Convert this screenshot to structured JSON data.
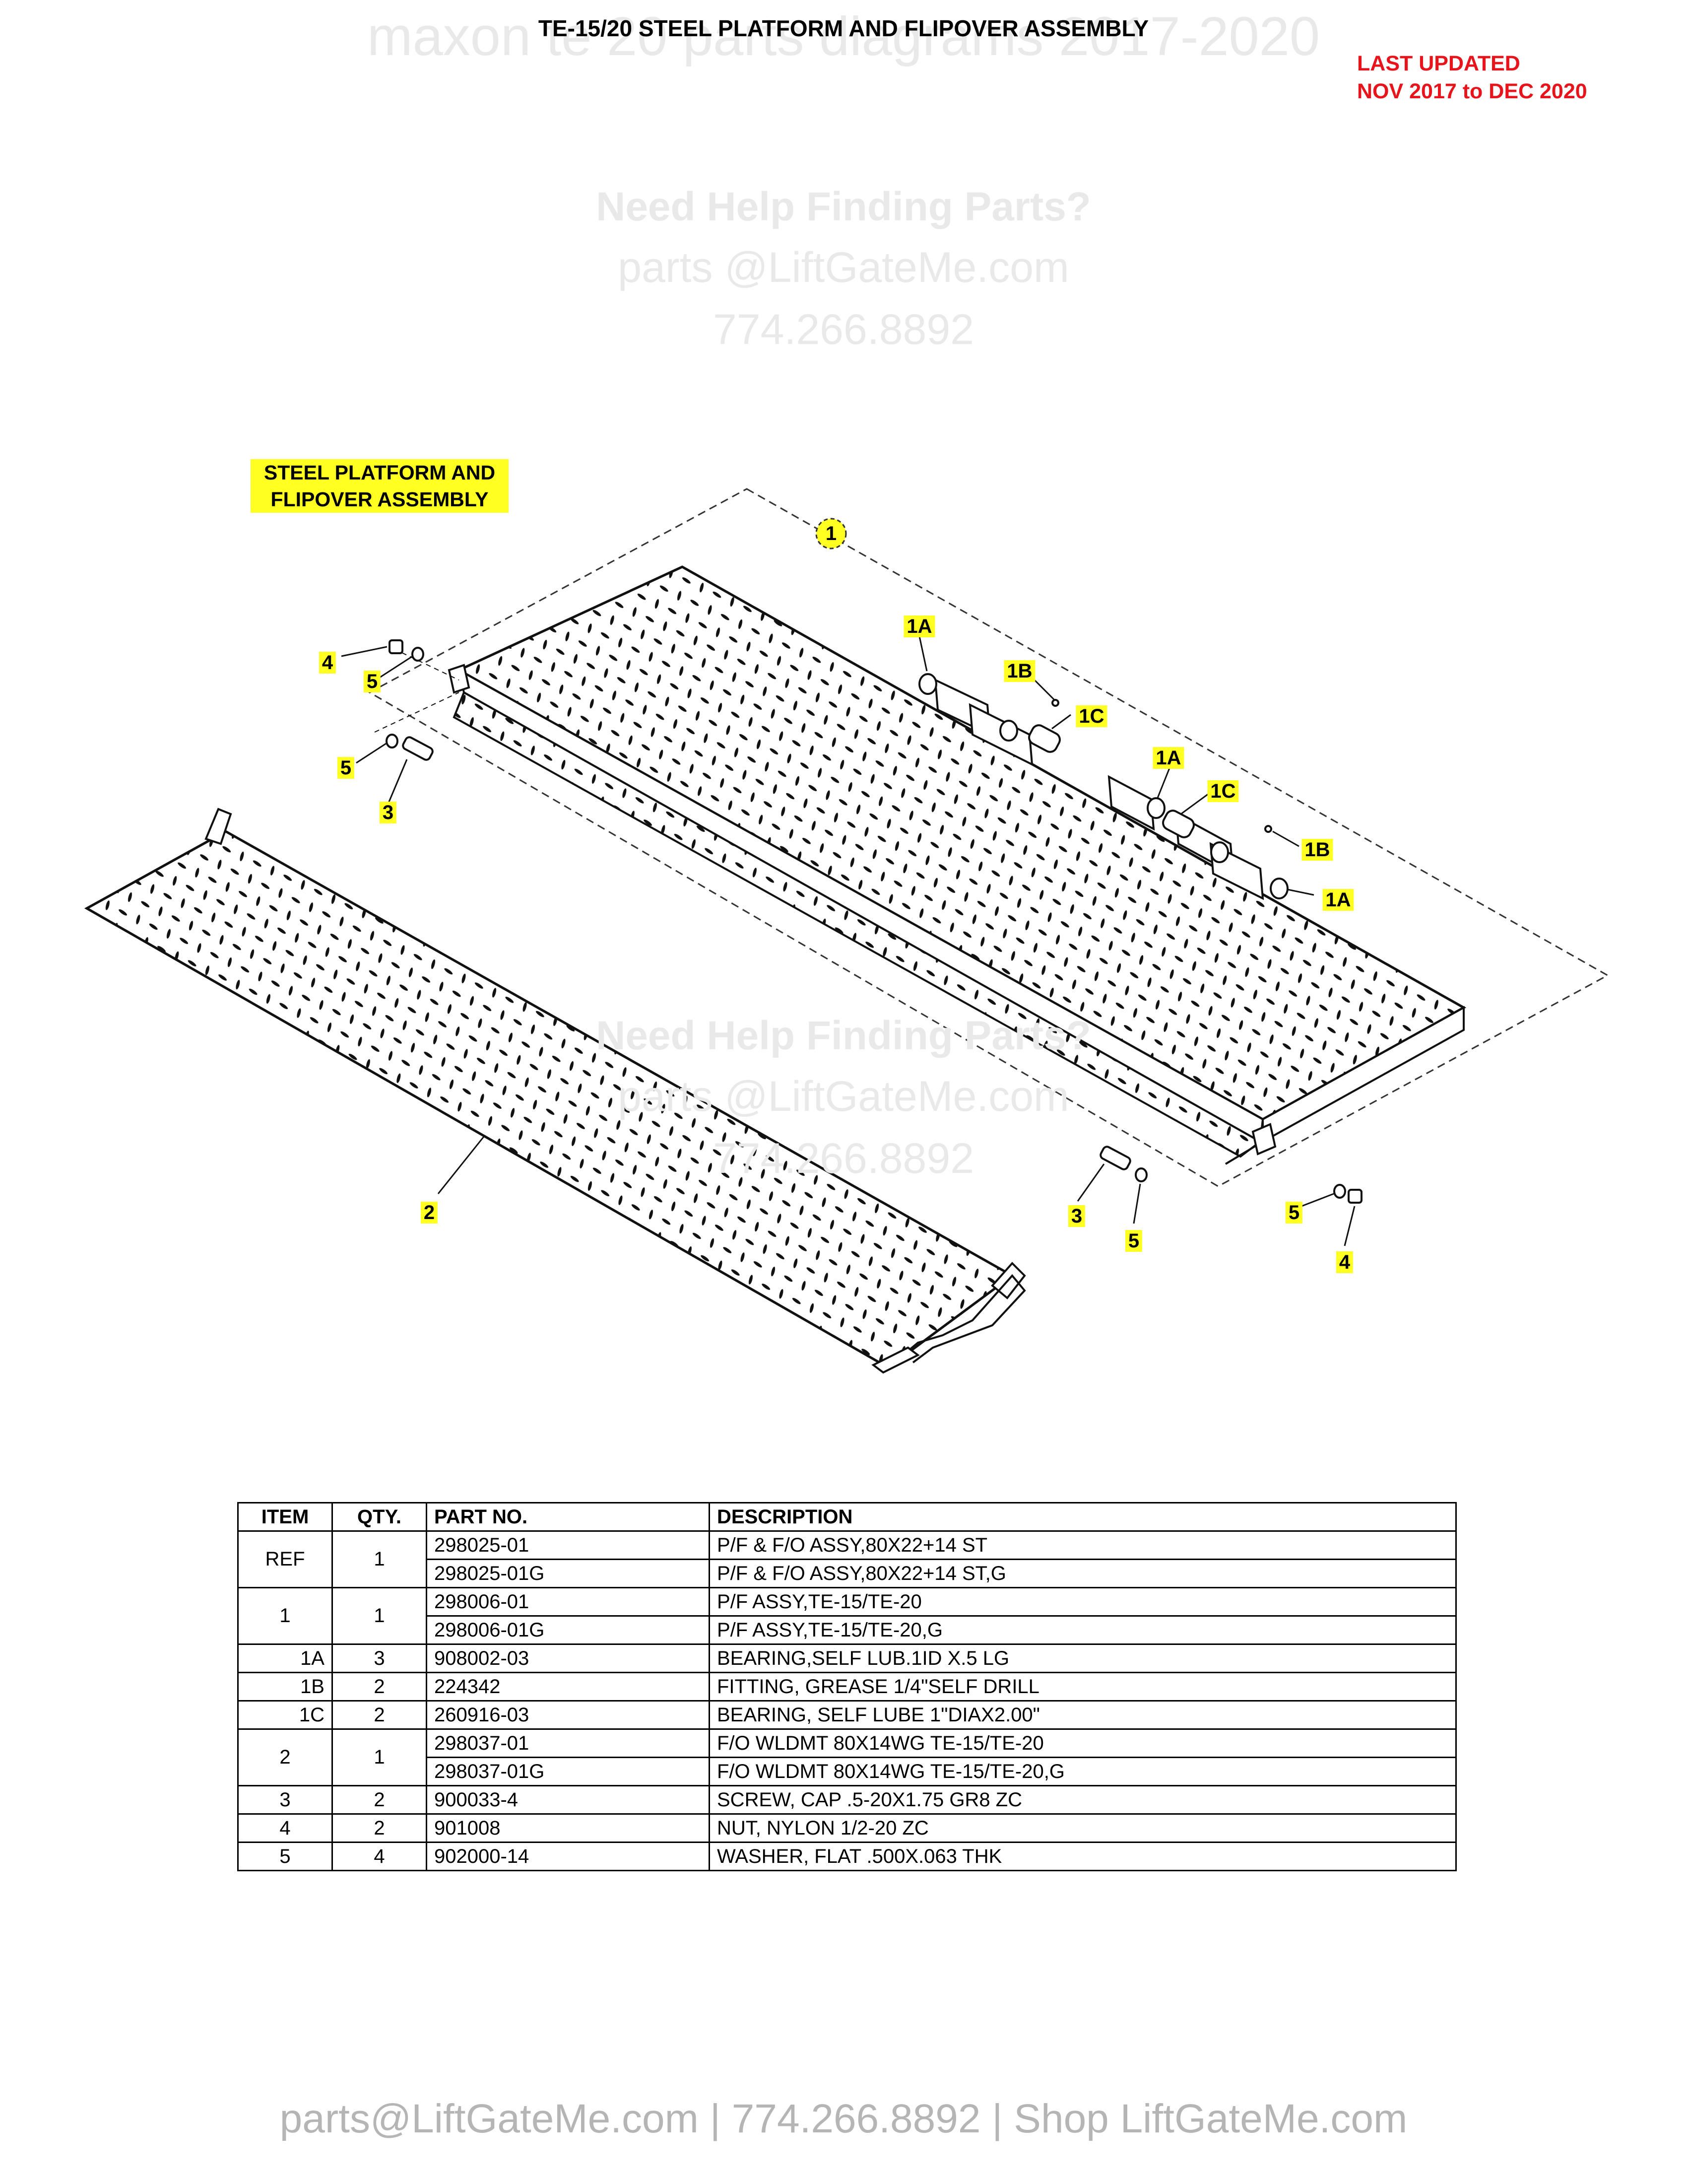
{
  "title": "TE-15/20 STEEL PLATFORM AND FLIPOVER ASSEMBLY",
  "watermark_top": "maxon te 20 parts diagrams 2017-2020",
  "last_updated": {
    "line1": "LAST UPDATED",
    "line2": "NOV 2017 to DEC 2020"
  },
  "help": {
    "heading": "Need Help Finding Parts?",
    "email": "parts @LiftGateMe.com",
    "phone": "774.266.8892"
  },
  "assembly_label": {
    "line1": "STEEL PLATFORM AND",
    "line2": "FLIPOVER ASSEMBLY"
  },
  "callouts": {
    "c1": "1",
    "c1a_1": "1A",
    "c1b_1": "1B",
    "c1c_1": "1C",
    "c1a_2": "1A",
    "c1c_2": "1C",
    "c1b_2": "1B",
    "c1a_3": "1A",
    "c4_left": "4",
    "c5_left_top": "5",
    "c5_left_bottom": "5",
    "c3_left": "3",
    "c2": "2",
    "c3_right": "3",
    "c5_right_mid": "5",
    "c5_right": "5",
    "c4_right": "4"
  },
  "table": {
    "headers": {
      "item": "ITEM",
      "qty": "QTY.",
      "part": "PART NO.",
      "desc": "DESCRIPTION"
    },
    "rows": [
      {
        "item": "REF",
        "qty": "1",
        "parts": [
          {
            "part": "298025-01",
            "desc": "P/F & F/O ASSY,80X22+14 ST"
          },
          {
            "part": "298025-01G",
            "desc": "P/F & F/O ASSY,80X22+14 ST,G"
          }
        ]
      },
      {
        "item": "1",
        "qty": "1",
        "parts": [
          {
            "part": "298006-01",
            "desc": "P/F ASSY,TE-15/TE-20"
          },
          {
            "part": "298006-01G",
            "desc": "P/F ASSY,TE-15/TE-20,G"
          }
        ]
      },
      {
        "item": "1A",
        "qty": "3",
        "parts": [
          {
            "part": "908002-03",
            "desc": "BEARING,SELF LUB.1ID X.5 LG"
          }
        ]
      },
      {
        "item": "1B",
        "qty": "2",
        "parts": [
          {
            "part": "224342",
            "desc": "FITTING, GREASE 1/4\"SELF DRILL"
          }
        ]
      },
      {
        "item": "1C",
        "qty": "2",
        "parts": [
          {
            "part": "260916-03",
            "desc": "BEARING, SELF LUBE 1\"DIAX2.00\""
          }
        ]
      },
      {
        "item": "2",
        "qty": "1",
        "parts": [
          {
            "part": "298037-01",
            "desc": "F/O WLDMT 80X14WG TE-15/TE-20"
          },
          {
            "part": "298037-01G",
            "desc": "F/O WLDMT 80X14WG TE-15/TE-20,G"
          }
        ]
      },
      {
        "item": "3",
        "qty": "2",
        "parts": [
          {
            "part": "900033-4",
            "desc": "SCREW, CAP .5-20X1.75 GR8 ZC"
          }
        ]
      },
      {
        "item": "4",
        "qty": "2",
        "parts": [
          {
            "part": "901008",
            "desc": "NUT, NYLON 1/2-20 ZC"
          }
        ]
      },
      {
        "item": "5",
        "qty": "4",
        "parts": [
          {
            "part": "902000-14",
            "desc": "WASHER, FLAT .500X.063 THK"
          }
        ]
      }
    ]
  },
  "footer": "parts@LiftGateMe.com | 774.266.8892 | Shop LiftGateMe.com",
  "colors": {
    "highlight": "#ffff22",
    "updated_red": "#e8141c",
    "watermark": "#e9e9e9",
    "footer_gray": "#b5b5b5"
  }
}
